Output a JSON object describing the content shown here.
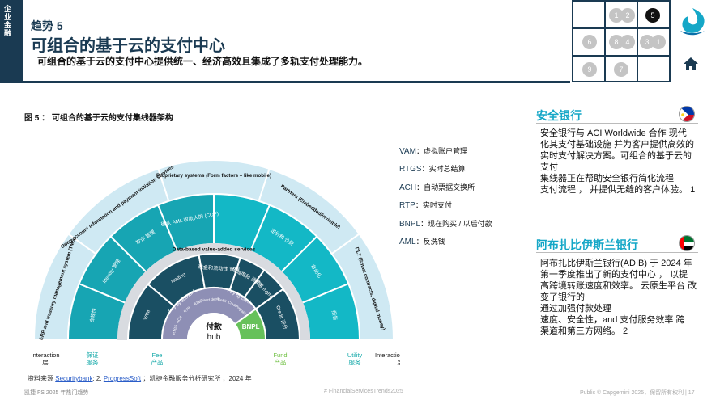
{
  "sidebar_strip": "企业金融",
  "header": {
    "trend_label": "趋势 5",
    "title": "可组合的基于云的支付中心",
    "subtitle": "可组合的基于云的支付中心提供统一、经济高效且集成了多轨支付处理能力。"
  },
  "trend_nav": {
    "numbers": [
      "1",
      "2",
      "5",
      "6",
      "8",
      "4",
      "3",
      "1",
      "9",
      "7"
    ],
    "active": "5"
  },
  "figure": {
    "title": "图 5 ： 可组合的基于云的支付集线器架构",
    "hub_label": "付款",
    "hub_label2": "hub",
    "outer": [
      {
        "label": "ERP and treasury management system (TMS)"
      },
      {
        "label": "Open account information and payment initiation services"
      },
      {
        "label": "Proprietary systems (Form factors – like mobile)"
      },
      {
        "label": "Partners (Embedded/invisible)"
      },
      {
        "label": "DLT (Smart contracts, digital money)"
      }
    ],
    "mid": [
      "合规性",
      "Identity 管理",
      "欺诈 管理",
      "确认 AML 收款人的 (COP)",
      "",
      "定价和 计费",
      "自动化",
      "报告"
    ],
    "value_added_label": "Data-based value-added services",
    "inner": [
      "VAM",
      "Netting",
      "现金和流动性 管理",
      "忠诚度和 奖励",
      "优惠 mgmt.",
      "Credit 评分"
    ],
    "pay_by_account": "Pay by account",
    "pay_by_card": "Pay by card",
    "rails": [
      "RTGS",
      "ACH",
      "RTP",
      "ATM",
      "Direct debit",
      "Debit",
      "Credit",
      "Prepaid"
    ],
    "bnpl": "BNPL",
    "bottom_labels": [
      {
        "l1": "Interaction",
        "l2": "层",
        "color": "#111111"
      },
      {
        "l1": "保证",
        "l2": "服务",
        "color": "#12a8a8"
      },
      {
        "l1": "Fee",
        "l2": "产品",
        "color": "#12a8a8"
      },
      {
        "l1": "Fund",
        "l2": "产品",
        "color": "#6dbf3f"
      },
      {
        "l1": "Utility",
        "l2": "服务",
        "color": "#12a8a8"
      },
      {
        "l1": "Interaction",
        "l2": "层",
        "color": "#111111"
      }
    ]
  },
  "legend": [
    {
      "key": "VAM",
      "desc": "：虚拟账户管理"
    },
    {
      "key": "RTGS",
      "desc": "：实时总结算"
    },
    {
      "key": "ACH",
      "desc": "：自动票据交换所"
    },
    {
      "key": "RTP",
      "desc": "：实时支付"
    },
    {
      "key": "BNPL",
      "desc": "：现在购买 / 以后付款"
    },
    {
      "key": "AML",
      "desc": "：反洗钱"
    }
  ],
  "source": {
    "prefix": "资料来源",
    "link1": "Securitybank",
    "mid": "; 2.",
    "link2": "ProgressSoft",
    "suffix": "；凯捷金融服务分析研究所 ，2024 年"
  },
  "footer": {
    "left": "凯捷 FS 2025 年热门趋势",
    "mid": "# FinancialServicesTrends2025",
    "right": "Public © Capgemini 2025，保留所有权利 | 17"
  },
  "banks": [
    {
      "name": "安全银行",
      "lines": [
        "安全银行与 ACI Worldwide 合作 现代",
        "化其支付基础设施 并为客户提供高效的",
        "实时支付解决方案。可组合的基于云的",
        "支付",
        "集线器正在帮助安全银行简化流程",
        "支付流程 ， 并提供无缝的客户体验。 1"
      ]
    },
    {
      "name": "阿布扎比伊斯兰银行",
      "lines": [
        "阿布扎比伊斯兰银行(ADIB) 于 2024 年",
        "第一季度推出了新的支付中心 ， 以提",
        "高跨境转账速度和效率。 云原生平台 改",
        "变了银行的",
        "通过加强付款处理",
        "速度、安全性，and 支付服务效率 跨",
        "渠道和第三方网络。 2"
      ]
    }
  ],
  "colors": {
    "navy": "#1a3a52",
    "accent": "#15a7c7",
    "outer": "#cfe9f3",
    "mid": "#16b3c2",
    "inner": "#1a4f63",
    "rail": "#8e8fb5",
    "bnpl": "#66c15a"
  }
}
